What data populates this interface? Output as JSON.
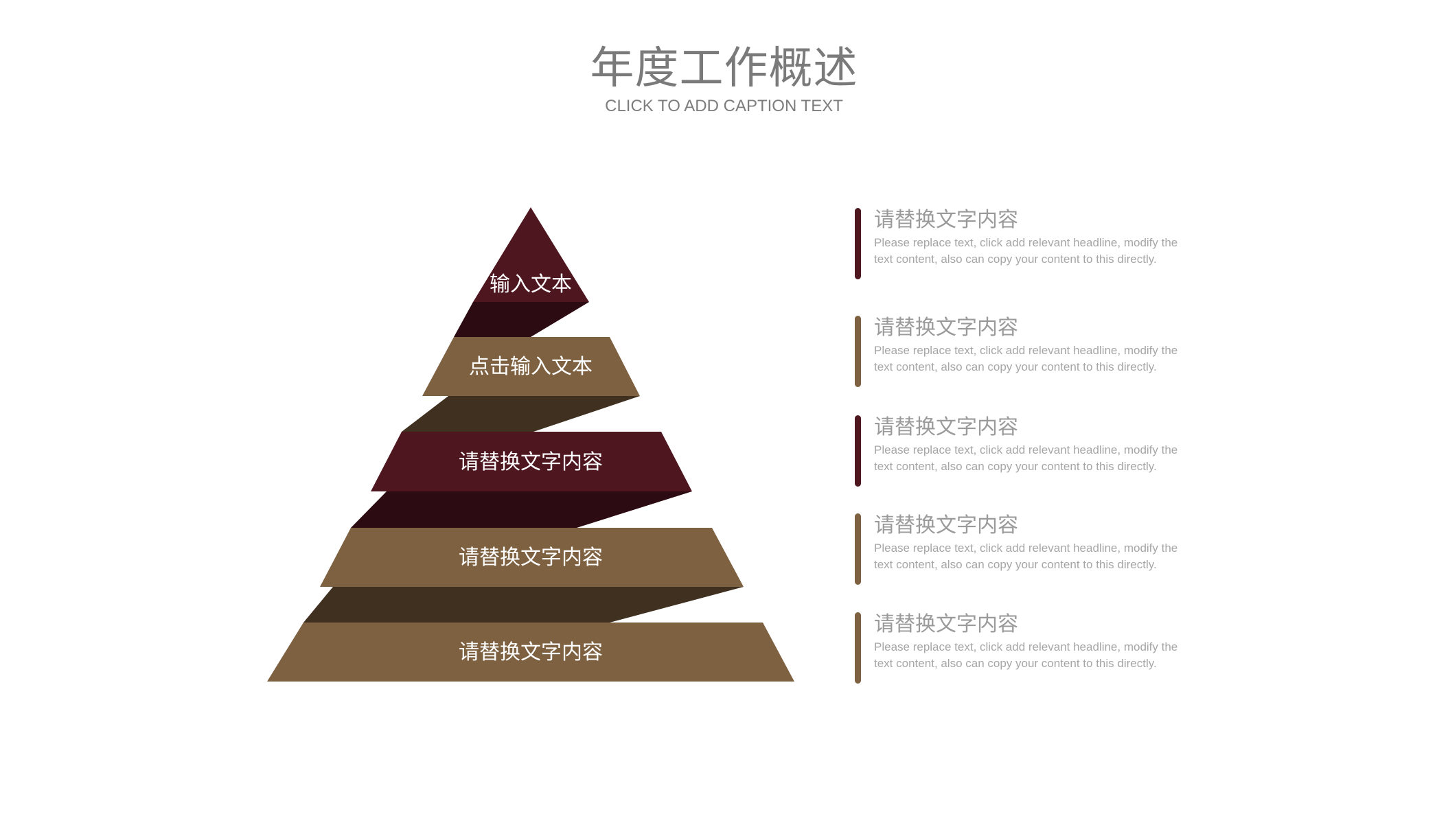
{
  "header": {
    "title": "年度工作概述",
    "subtitle": "CLICK TO ADD CAPTION TEXT"
  },
  "colors": {
    "burgundy": "#4e1720",
    "burgundy_shadow": "#2c0c12",
    "brown": "#7d6141",
    "brown_shadow": "#3f3020",
    "heading_gray": "#9a9a9a",
    "body_gray": "#a6a6a6"
  },
  "pyramid": {
    "levels": [
      {
        "label": "输入文本",
        "color": "burgundy"
      },
      {
        "label": "点击输入文本",
        "color": "brown"
      },
      {
        "label": "请替换文字内容",
        "color": "burgundy"
      },
      {
        "label": "请替换文字内容",
        "color": "brown"
      },
      {
        "label": "请替换文字内容",
        "color": "brown"
      }
    ]
  },
  "entries": [
    {
      "heading": "请替换文字内容",
      "body": "Please replace text, click add relevant headline, modify the text content, also can copy your content to this directly.",
      "color": "burgundy"
    },
    {
      "heading": "请替换文字内容",
      "body": "Please replace text, click add relevant headline, modify the text content, also can copy your content to this directly.",
      "color": "brown"
    },
    {
      "heading": "请替换文字内容",
      "body": "Please replace text, click add relevant headline, modify the text content, also can copy your content to this directly.",
      "color": "burgundy"
    },
    {
      "heading": "请替换文字内容",
      "body": "Please replace text, click add relevant headline, modify the text content, also can copy your content to this directly.",
      "color": "brown"
    },
    {
      "heading": "请替换文字内容",
      "body": "Please replace text, click add relevant headline, modify the text content, also can copy your content to this directly.",
      "color": "brown"
    }
  ]
}
